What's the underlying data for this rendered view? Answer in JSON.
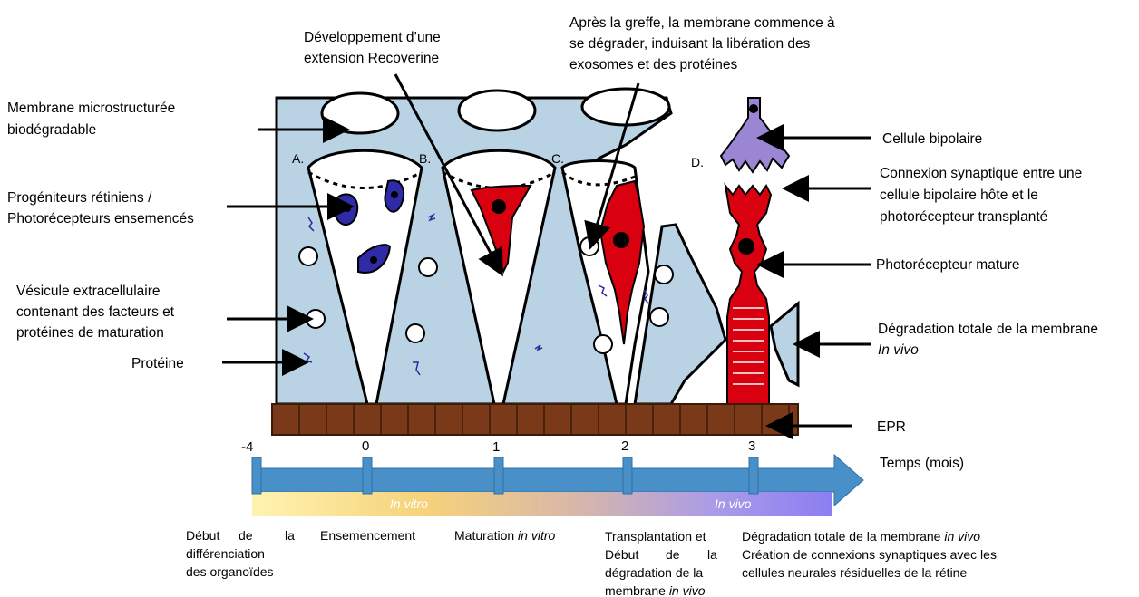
{
  "labels_left": {
    "membrane": [
      "Membrane microstructurée",
      "biodégradable"
    ],
    "progenitors": [
      "Progéniteurs rétiniens /",
      "Photorécepteurs ensemencés"
    ],
    "vesicle": [
      "Vésicule extracellulaire",
      "contenant des facteurs et",
      "protéines de maturation"
    ],
    "protein": "Protéine"
  },
  "labels_top": {
    "recoverin": [
      "Développement d’une",
      "extension Recoverine"
    ],
    "graft": [
      "Après la greffe, la membrane commence à",
      "se dégrader, induisant la libération des",
      "exosomes et des protéines"
    ]
  },
  "labels_right": {
    "bipolar": "Cellule bipolaire",
    "synapse": [
      "Connexion synaptique entre une",
      "cellule bipolaire hôte et le",
      "photorécepteur transplanté"
    ],
    "mature": "Photorécepteur mature",
    "degradation": [
      "Dégradation totale de la membrane",
      "In vivo"
    ],
    "epr": "EPR",
    "time_axis": "Temps (mois)"
  },
  "panel_letters": [
    "A.",
    "B.",
    "C.",
    "D."
  ],
  "ticks": [
    "-4",
    "0",
    "1",
    "2",
    "3"
  ],
  "gradient_labels": {
    "in_vitro": "In vitro",
    "in_vivo": "In vivo"
  },
  "bottom": {
    "start": [
      "Début",
      "de",
      "la",
      "différenciation",
      "des organoïdes"
    ],
    "seeding": "Ensemencement",
    "maturation": {
      "text": "Maturation ",
      "italic": "in vitro"
    },
    "transplant": [
      "Transplantation et",
      "Début",
      "de",
      "la",
      "dégradation de la",
      "membrane ",
      "in vivo"
    ],
    "final": [
      "Dégradation totale de la membrane ",
      "in vivo",
      "Création de connexions synaptiques avec les",
      "cellules neurales résiduelles de la rétine"
    ]
  },
  "colors": {
    "membrane": "#b9d3e4",
    "photoreceptor": "#d9000f",
    "progenitor": "#2e2aa8",
    "bipolar": "#9b86d4",
    "epr": "#7a3a1a",
    "arrow": "#4a90c8",
    "grad_start": "#fff1a8",
    "grad_end": "#8a7ff0"
  }
}
